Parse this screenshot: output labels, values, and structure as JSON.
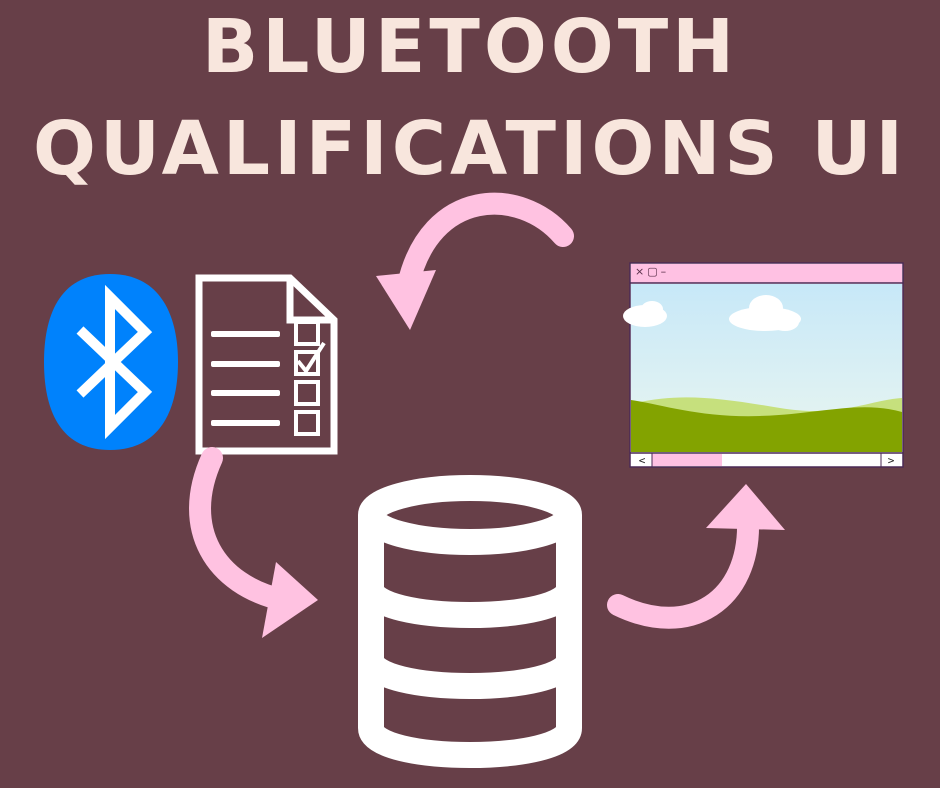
{
  "title": {
    "line1": "BLUETOOTH",
    "line2": "QUALIFICATIONS UI"
  },
  "colors": {
    "background": "#673f48",
    "title": "#f8e6dd",
    "arrows": "#ffc2e1",
    "bluetooth_badge": "#0082fc",
    "icons": "#ffffff",
    "window_chrome": "#ffc1e3",
    "sky": "#d2ecfa",
    "hills": "#83a300"
  },
  "icons": [
    "bluetooth-logo-icon",
    "checklist-document-icon",
    "database-icon",
    "app-window-icon",
    "arrow-icon"
  ],
  "window": {
    "close_glyph": "×",
    "maximize_glyph": "▢",
    "minimize_glyph": "–",
    "scroll_left_glyph": "<",
    "scroll_right_glyph": ">"
  },
  "checklist": {
    "rows": 4,
    "checked": [
      false,
      true,
      false,
      false
    ]
  }
}
